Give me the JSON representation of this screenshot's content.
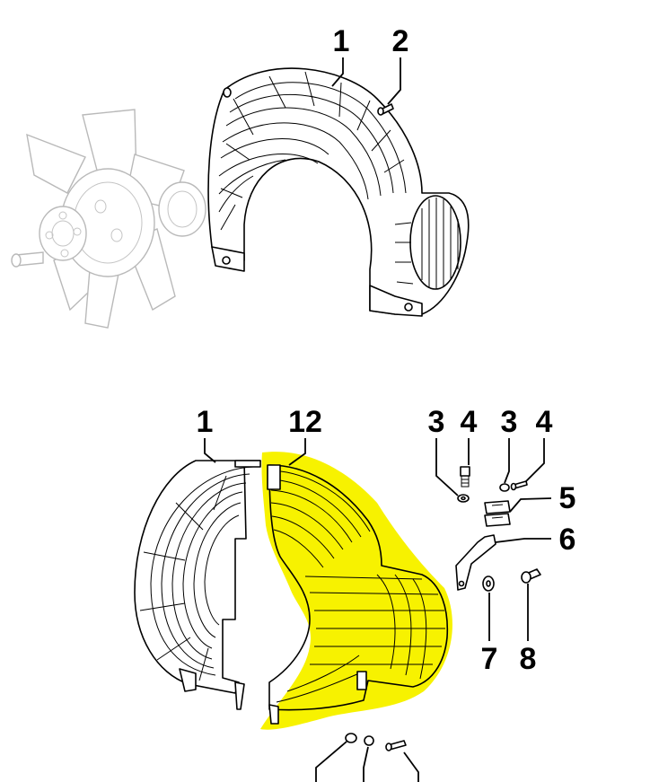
{
  "callouts": {
    "top_1": "1",
    "top_2": "2",
    "bot_1": "1",
    "bot_12": "12",
    "bot_3a": "3",
    "bot_4a": "4",
    "bot_3b": "3",
    "bot_4b": "4",
    "bot_5": "5",
    "bot_6": "6",
    "bot_7": "7",
    "bot_8": "8"
  },
  "colors": {
    "highlight": "#f7f200",
    "line": "#000000",
    "ghost": "#b9b9b9"
  }
}
